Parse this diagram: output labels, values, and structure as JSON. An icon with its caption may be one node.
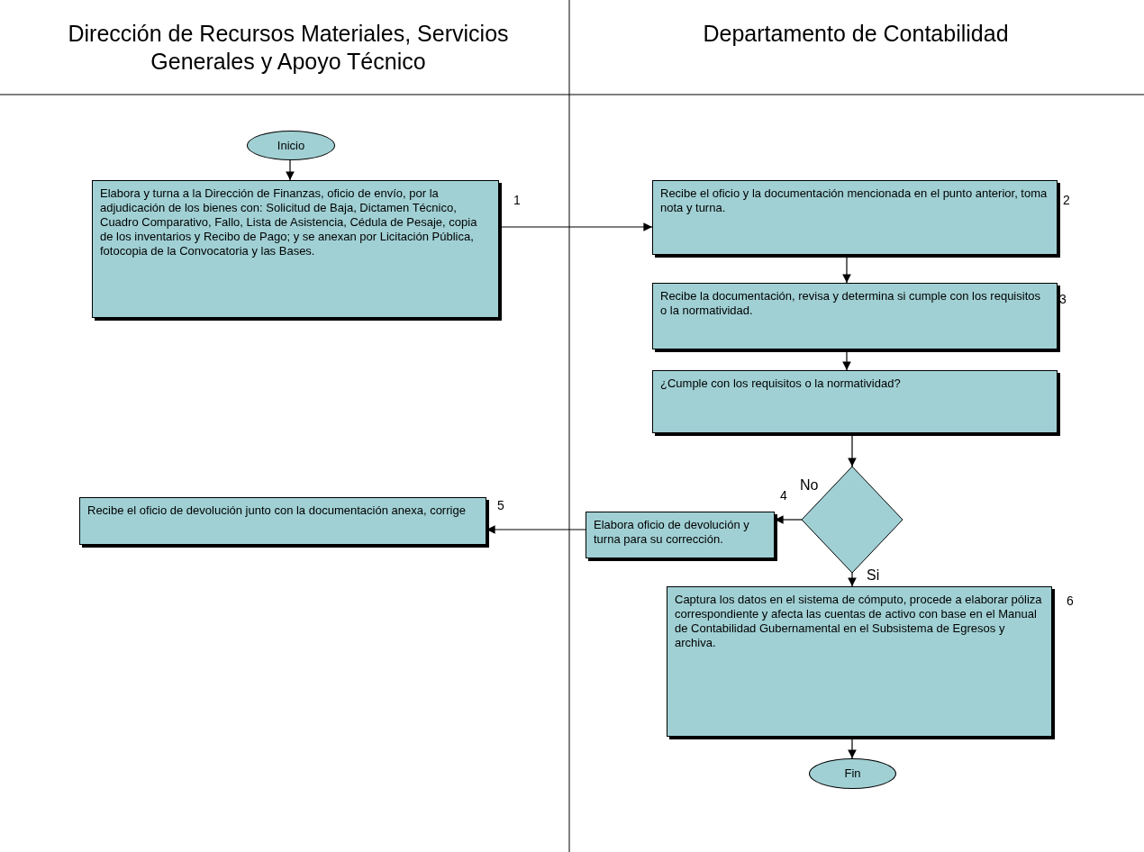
{
  "diagram": {
    "nodes": [
      {
        "text": [
          "Inicio"
        ]
      },
      {
        "text": [
          "Elabora  y turna a la Dirección de Finanzas, oficio de envío, por la adjudicación de los bienes con: Solicitud de Baja, Dictamen Técnico, Cuadro Comparativo, Fallo, Lista de Asistencia, Cédula de Pesaje, copia de los inventarios y Recibo de Pago; y  se anexan por Licitación Pública, fotocopia de la Convocatoria y las Bases."
        ],
        "beside": [
          "1"
        ]
      },
      {
        "text": [
          "Recibe el oficio y la documentación mencionada en el punto anterior, toma nota y turna."
        ],
        "beside": [
          "2"
        ]
      },
      {
        "text": [
          "Recibe la documentación, revisa y determina si cumple con los requisitos o la normatividad."
        ],
        "beside": [
          "3"
        ]
      },
      {
        "text": [
          "¿Cumple con los requisitos o la normatividad?"
        ]
      },
      {
        "text": [],
        "shape": "diamond"
      },
      {
        "text": [
          "Elabora oficio de devolución y turna para su corrección."
        ],
        "beside": [
          "4"
        ]
      },
      {
        "text": [
          "Recibe el oficio de devolución junto con la documentación anexa, corrige"
        ],
        "beside": [
          "5"
        ]
      },
      {
        "text": [
          "Captura los datos en el sistema de cómputo, procede a elaborar póliza correspondiente y afecta las cuentas de activo con base en el Manual de Contabilidad Gubernamental en el Subsistema de Egresos y archiva."
        ],
        "beside": [
          "6"
        ]
      },
      {
        "text": [
          "Fin"
        ]
      }
    ],
    "edges": [
      {
        "from": 0,
        "to": 1,
        "arrow": "to"
      },
      {
        "from": 1,
        "to": 2,
        "arrow": "to"
      },
      {
        "from": 2,
        "to": 3,
        "arrow": "to"
      },
      {
        "from": 3,
        "to": 4,
        "arrow": "to"
      },
      {
        "from": 4,
        "to": 5,
        "arrow": "to"
      },
      {
        "from": 5,
        "to": 6,
        "arrow": "to",
        "label": "No"
      },
      {
        "from": 6,
        "to": 7,
        "arrow": "to"
      },
      {
        "from": 5,
        "to": 8,
        "arrow": "to",
        "label": "Si"
      },
      {
        "from": 8,
        "to": 9,
        "arrow": "to"
      }
    ],
    "labels": [
      "Dirección de Recursos Materiales, Servicios Generales y Apoyo Técnico",
      "Departamento de Contabilidad"
    ]
  }
}
